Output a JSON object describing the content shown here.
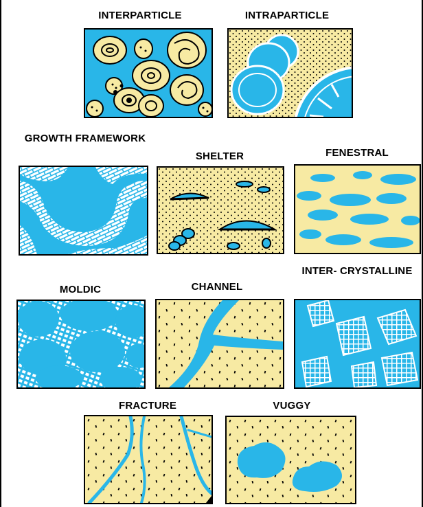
{
  "colors": {
    "pore": "#29b6e8",
    "rock": "#f7eaa3",
    "outline": "#000000",
    "grain": "#ffffff"
  },
  "panels": [
    {
      "label": "INTERPARTICLE",
      "pattern": "ooids-in-pore-space"
    },
    {
      "label": "INTRAPARTICLE",
      "pattern": "pore-inside-fossil-shells"
    },
    {
      "label": "GROWTH FRAMEWORK",
      "pattern": "brick-framework-arches"
    },
    {
      "label": "SHELTER",
      "pattern": "pore-under-shell-fragments"
    },
    {
      "label": "FENESTRAL",
      "pattern": "elongate-pore-streaks"
    },
    {
      "label": "MOLDIC",
      "pattern": "dissolved-grain-molds"
    },
    {
      "label": "CHANNEL",
      "pattern": "branching-channel"
    },
    {
      "label": "INTER- CRYSTALLINE",
      "pattern": "pore-between-crystals"
    },
    {
      "label": "FRACTURE",
      "pattern": "fractures"
    },
    {
      "label": "VUGGY",
      "pattern": "vugs"
    }
  ]
}
